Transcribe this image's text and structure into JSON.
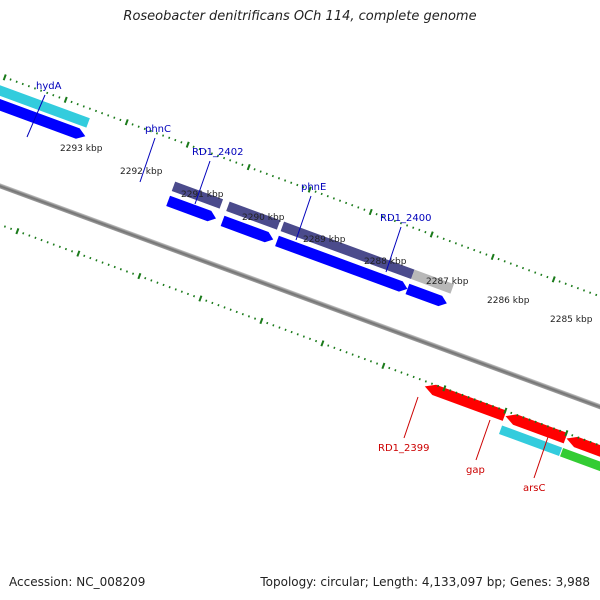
{
  "title": "Roseobacter denitrificans OCh 114, complete genome",
  "footer": {
    "accession": "Accession: NC_008209",
    "summary": "Topology: circular; Length: 4,133,097 bp; Genes: 3,988"
  },
  "ticks": [
    "2293 kbp",
    "2292 kbp",
    "2291 kbp",
    "2290 kbp",
    "2289 kbp",
    "2288 kbp",
    "2287 kbp",
    "2286 kbp",
    "2285 kbp"
  ],
  "gene_labels_top": [
    "hydA",
    "phnC",
    "RD1_2402",
    "phnE",
    "RD1_2400"
  ],
  "gene_labels_bottom": [
    "RD1_2399",
    "gap",
    "arsC"
  ],
  "colors": {
    "backbone": "#808080",
    "tick": "#1a7a1a",
    "cog_purple": "#4b4b8c",
    "cds_blue": "#0000ff",
    "cog_cyan": "#33ccdd",
    "cog_gray": "#b8b8b8",
    "cds_red": "#ff0000",
    "cog_green": "#33cc33",
    "cog_orange": "#ff8800",
    "label_blue": "#0000bb",
    "label_red": "#cc0000"
  }
}
